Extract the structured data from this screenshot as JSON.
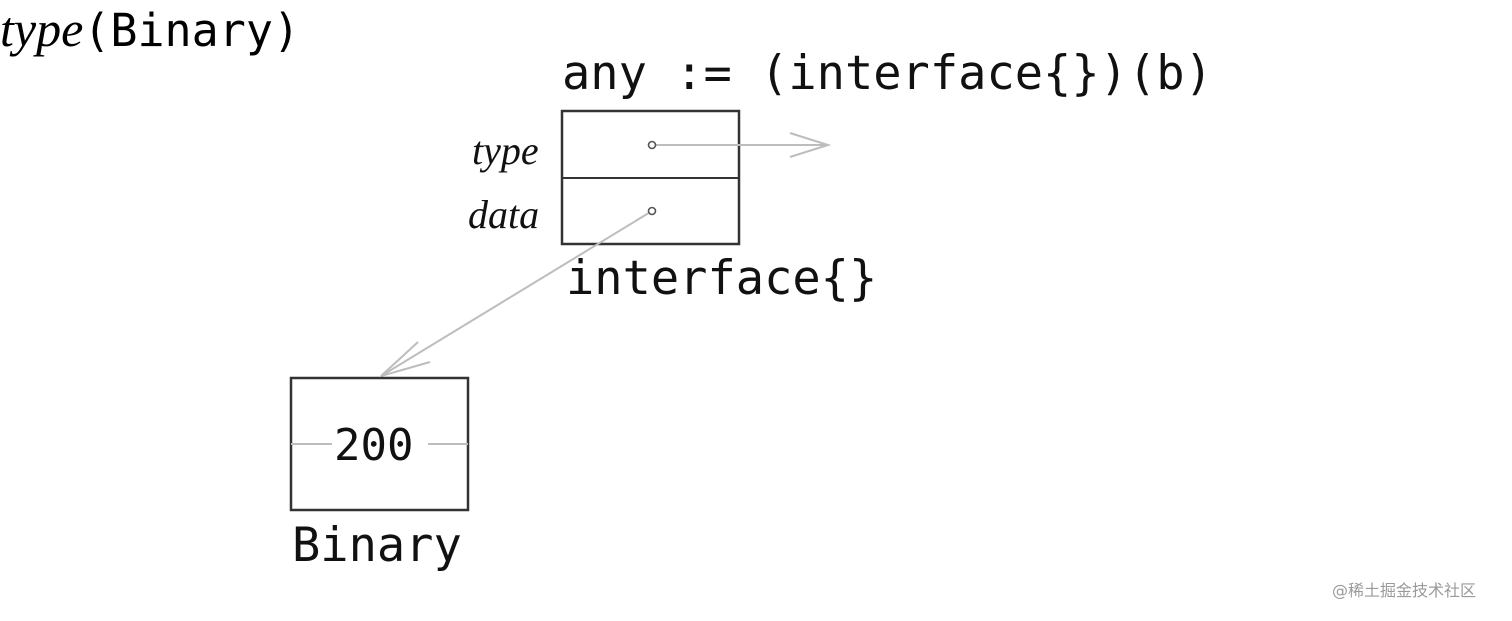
{
  "diagram": {
    "code": "any := (interface{})(b)",
    "interface_fields": {
      "type_label": "type",
      "data_label": "data"
    },
    "type_target": {
      "italic_part": "type",
      "mono_part": "(Binary)"
    },
    "interface_caption": "interface{}",
    "value_box": {
      "value": "200",
      "caption": "Binary"
    },
    "colors": {
      "ink": "#111111",
      "arrow": "#bdbdbd",
      "box_border": "#333333"
    }
  },
  "watermark": "@稀土掘金技术社区"
}
